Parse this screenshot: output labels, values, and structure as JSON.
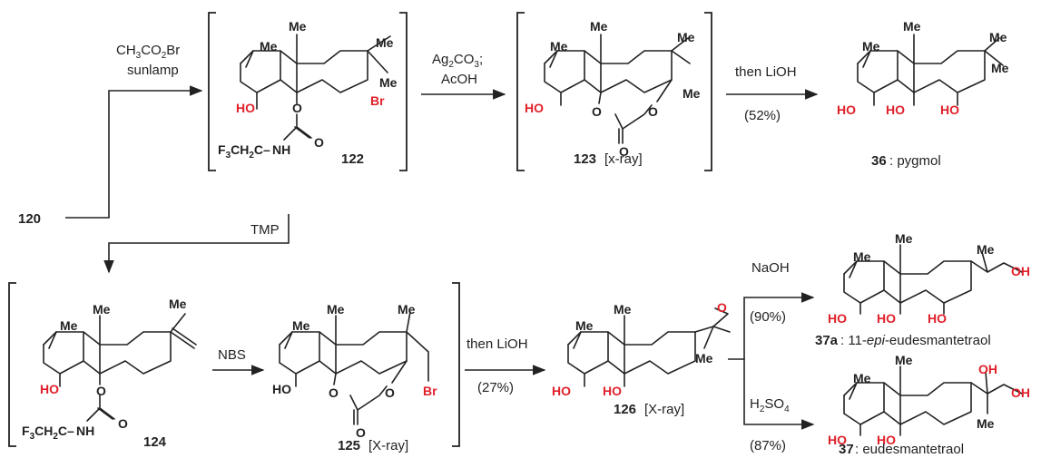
{
  "compounds": {
    "c120": "120",
    "c122": "122",
    "c123": "123",
    "c123_note": "[x-ray]",
    "c36": "36",
    "c36_name": ": pygmol",
    "c124": "124",
    "c125": "125",
    "c125_note": "[X-ray]",
    "c126": "126",
    "c126_note": "[X-ray]",
    "c37a": "37a",
    "c37a_prefix": ": 11-",
    "c37a_epi": "epi",
    "c37a_suffix": "-eudesmantetraol",
    "c37": "37",
    "c37_name": ": eudesmantetraol"
  },
  "reagents": {
    "r1_a": "CH",
    "r1_a_sub1": "3",
    "r1_a_mid": "CO",
    "r1_a_sub2": "2",
    "r1_a_end": "Br",
    "r1_b": "sunlamp",
    "r2_a": "Ag",
    "r2_a_sub1": "2",
    "r2_a_mid": "CO",
    "r2_a_sub2": "3",
    "r2_a_end": ";",
    "r2_b": "AcOH",
    "r3": "then LiOH",
    "r3_yield": "(52%)",
    "r4": "TMP",
    "r5": "NBS",
    "r6": "then LiOH",
    "r6_yield": "(27%)",
    "r7": "NaOH",
    "r7_yield": "(90%)",
    "r8_a": "H",
    "r8_sub1": "2",
    "r8_mid": "SO",
    "r8_sub2": "4",
    "r8_yield": "(87%)"
  },
  "atoms": {
    "me": "Me",
    "ho": "HO",
    "oh": "OH",
    "o": "O",
    "br": "Br",
    "nh": "NH",
    "f3ch2ch2": "F",
    "f3_sub": "3",
    "ch2_part": "CH",
    "ch2_sub": "2",
    "c_dash": "C–"
  },
  "colors": {
    "hydroxyl": "#e0202a",
    "bromine": "#e0202a",
    "ink": "#222222"
  }
}
